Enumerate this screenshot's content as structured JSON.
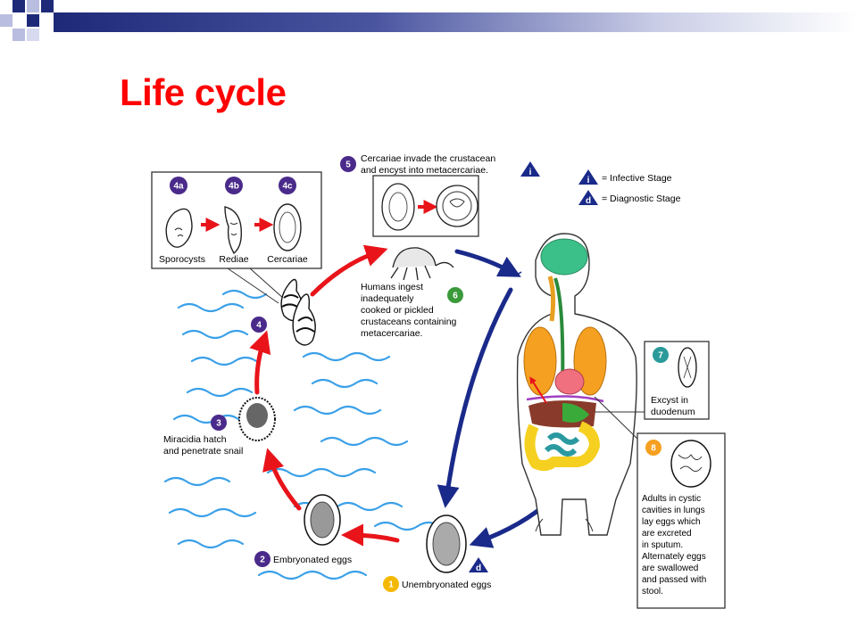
{
  "slide": {
    "title": "Life cycle",
    "accent_color": "#ff0000",
    "bar_color": "#1e2a78"
  },
  "legend": {
    "infective": {
      "symbol": "i",
      "label": "= Infective Stage"
    },
    "diagnostic": {
      "symbol": "d",
      "label": "= Diagnostic Stage"
    }
  },
  "stages": {
    "s1": {
      "num": "1",
      "color": "#f5b800",
      "label": "Unembryonated eggs",
      "marker": "d"
    },
    "s2": {
      "num": "2",
      "color": "#4a2a8a",
      "label": "Embryonated eggs"
    },
    "s3": {
      "num": "3",
      "color": "#4a2a8a",
      "lines": [
        "Miracidia hatch",
        "and penetrate snail"
      ]
    },
    "s4": {
      "num": "4",
      "color": "#4a2a8a"
    },
    "s4a": {
      "num": "4a",
      "label": "Sporocysts"
    },
    "s4b": {
      "num": "4b",
      "label": "Rediae"
    },
    "s4c": {
      "num": "4c",
      "label": "Cercariae"
    },
    "s5": {
      "num": "5",
      "color": "#4a2a8a",
      "lines": [
        "Cercariae invade the crustacean",
        "and encyst into metacercariae."
      ],
      "marker": "i"
    },
    "s6": {
      "num": "6",
      "color": "#3a9a3a",
      "lines": [
        "Humans ingest",
        "inadequately",
        "cooked or pickled",
        "crustaceans containing",
        "metacercariae."
      ]
    },
    "s7": {
      "num": "7",
      "color": "#2a9a9a",
      "lines": [
        "Excyst in",
        "duodenum"
      ]
    },
    "s8": {
      "num": "8",
      "color": "#f5a020",
      "lines": [
        "Adults in cystic",
        "cavities in lungs",
        "lay eggs which",
        "are excreted",
        "in sputum.",
        "Alternately eggs",
        "are swallowed",
        "and passed with",
        "stool."
      ]
    }
  }
}
